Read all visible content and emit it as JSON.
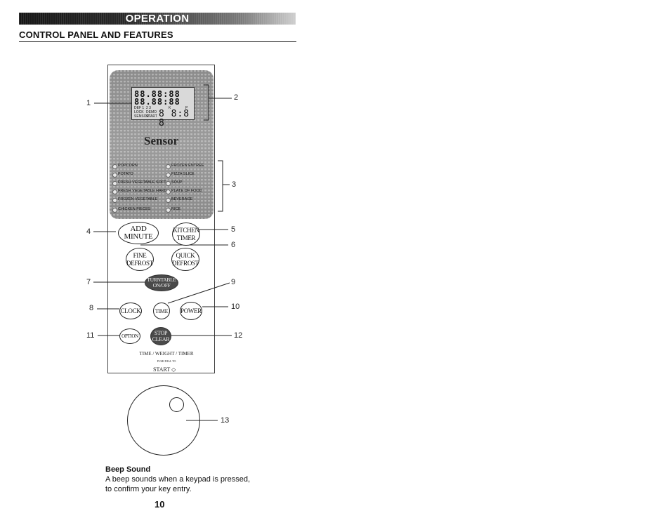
{
  "header": {
    "title": "OPERATION"
  },
  "section": {
    "title": "CONTROL PANEL AND FEATURES"
  },
  "display": {
    "labels_left": [
      "DEF 1",
      "LOCK",
      "SENSOR"
    ],
    "labels_mid": [
      "2 3",
      "DEMO",
      "START"
    ],
    "labels_right": [
      "K",
      "P"
    ],
    "digits": "8 8:8 8"
  },
  "sensor": {
    "title": "Sensor"
  },
  "menu": {
    "left": [
      "POPCORN",
      "POTATO",
      "FRESH VEGETABLE SOFT",
      "FRESH VEGETABLE HARD",
      "FROZEN VEGETABLE",
      "CHICKEN PIECES"
    ],
    "right": [
      "FROZEN ENTREE",
      "PIZZA SLICE",
      "SOUP",
      "PLATE OF FOOD",
      "BEVERAGE",
      "RICE"
    ]
  },
  "buttons": {
    "add_minute": "ADD MINUTE",
    "kitchen": "KITCHEN",
    "timer": "TIMER",
    "fine": "FINE",
    "defrost_fine": "DEFROST",
    "quick": "QUICK",
    "defrost_quick": "DEFROST",
    "turntable": "TURNTABLE",
    "on_off": "ON/OFF",
    "clock": "CLOCK",
    "time": "TIME",
    "power": "POWER",
    "option": "OPTION",
    "stop": "STOP",
    "clear": "CLEAR"
  },
  "dial": {
    "arc_label": "TIME / WEIGHT / TIMER",
    "sub_label": "PUSH DIAL TO",
    "start_label": "START ◇"
  },
  "callouts": [
    "1",
    "2",
    "3",
    "4",
    "5",
    "6",
    "7",
    "8",
    "9",
    "10",
    "11",
    "12",
    "13"
  ],
  "beep": {
    "title": "Beep Sound",
    "line1": "A beep sounds when a keypad is pressed,",
    "line2": "to confirm your key entry."
  },
  "page_number": "10"
}
